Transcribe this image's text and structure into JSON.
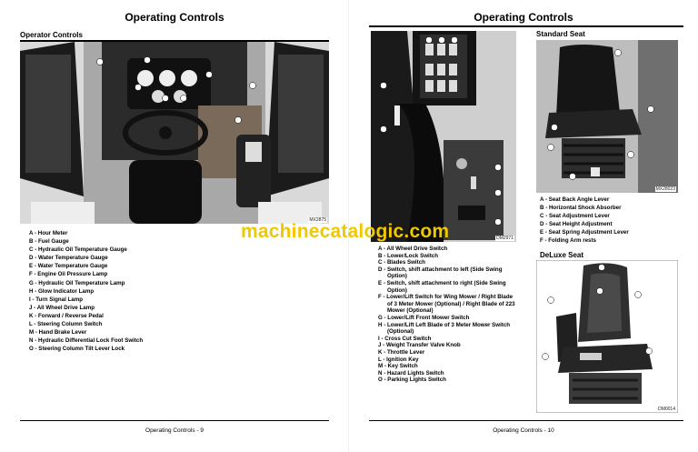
{
  "left_page": {
    "title": "Operating Controls",
    "section": "Operator Controls",
    "photo_code": "MX2875",
    "items": [
      "A - Hour Meter",
      "B - Fuel Gauge",
      "C - Hydraulic Oil Temperature Gauge",
      "D - Water Temperature Gauge",
      "E - Water Temperature Gauge",
      "F - Engine Oil Pressure Lamp",
      "G - Hydraulic Oil Temperature Lamp",
      "H - Glow Indicator Lamp",
      "I - Turn Signal Lamp",
      "J - All Wheel Drive Lamp",
      "K - Forward / Reverse Pedal",
      "L - Steering Column Switch",
      "M - Hand Brake Lever",
      "N - Hydraulic Differential Lock Foot Switch",
      "O - Steering Column Tilt Lever Lock"
    ],
    "footer": "Operating Controls - 9"
  },
  "right_page": {
    "title": "Operating Controls",
    "console_photo_code": "DM2971",
    "console_items": [
      "A - All Wheel Drive Switch",
      "B - Lower/Lock Switch",
      "C - Blades Switch",
      "D - Switch, shift attachment to left (Side Swing",
      "Option)",
      "E - Switch, shift attachment to right (Side Swing",
      "Option)",
      "F - Lower/Lift Switch for Wing Mower / Right Blade",
      "of 3 Meter Mower (Optional) / Right Blade of 223",
      "Mower (Optional)",
      "G - Lower/Lift Front Mower Switch",
      "H - Lower/Lift Left Blade of 3 Meter Mower Switch",
      "(Optional)",
      "I - Cross Cut Switch",
      "J - Weight Transfer Valve Knob",
      "K - Throttle Lever",
      "L - Ignition Key",
      "M - Key Switch",
      "N - Hazard Lights Switch",
      "O - Parking Lights Switch"
    ],
    "standard_seat": {
      "heading": "Standard Seat",
      "photo_code": "MX28023",
      "items": [
        "A - Seat Back Angle Lever",
        "B - Horizontal Shock Absorber",
        "C - Seat Adjustment Lever",
        "D - Seat Height Adjustment",
        "E - Seat Spring Adjustment Lever",
        "F - Folding Arm rests"
      ]
    },
    "deluxe_seat": {
      "heading": "DeLuxe Seat",
      "photo_code": "DM0014"
    },
    "footer": "Operating Controls - 10"
  },
  "watermark": "machinecatalogic.com"
}
